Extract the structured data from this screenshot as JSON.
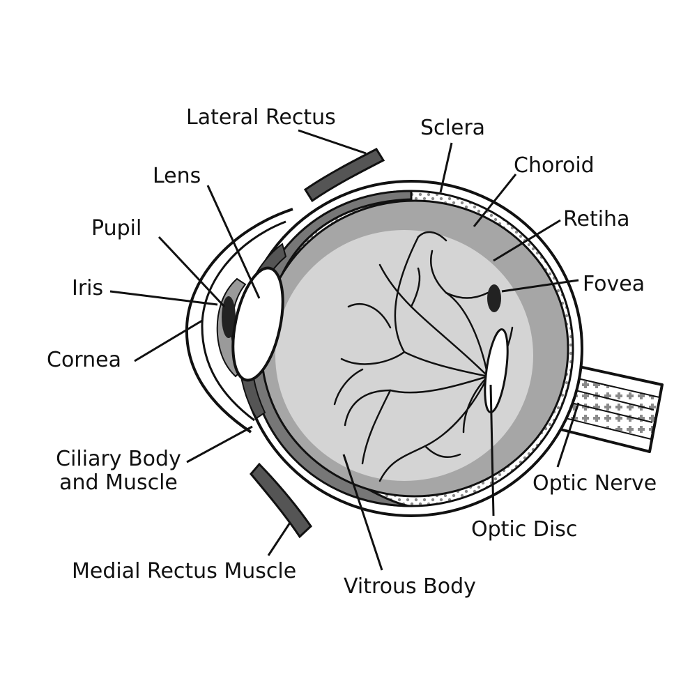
{
  "labels": {
    "lateral_rectus": "Lateral Rectus",
    "sclera": "Sclera",
    "lens": "Lens",
    "choroid": "Choroid",
    "pupil": "Pupil",
    "retina": "Retiha",
    "iris": "Iris",
    "fovea": "Fovea",
    "cornea": "Cornea",
    "ciliary_line1": "Ciliary Body",
    "ciliary_line2": "and Muscle",
    "optic_nerve": "Optic Nerve",
    "optic_disc": "Optic Disc",
    "medial_rectus": "Medial Rectus Muscle",
    "vitrous_body": "Vitrous Body"
  },
  "colors": {
    "outline": "#111111",
    "sclera_fill": "#ffffff",
    "choroid_fill": "#777777",
    "interior_fill": "#a6a6a6",
    "vitreous_fill": "#d4d4d4",
    "muscle_fill": "#555555",
    "iris_fill": "#9a9a9a",
    "pupil_fill": "#222222",
    "retina_dots": "#8a8a8a"
  }
}
